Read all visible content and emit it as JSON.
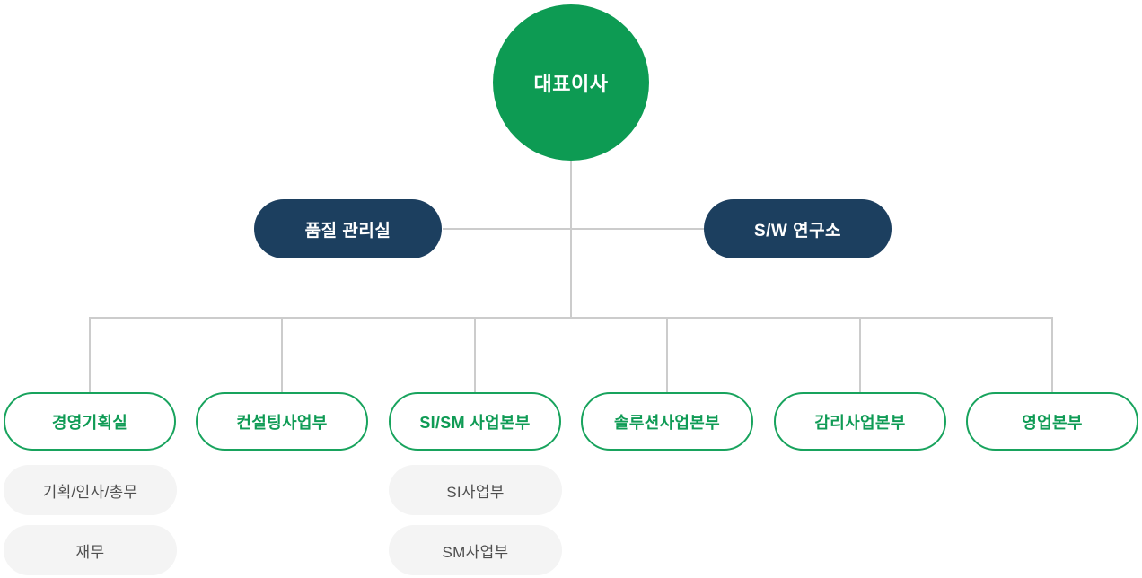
{
  "org_chart": {
    "root": "대표이사",
    "staff_left": "품질 관리실",
    "staff_right": "S/W 연구소",
    "divisions": [
      {
        "label": "경영기획실"
      },
      {
        "label": "컨설팅사업부"
      },
      {
        "label": "SI/SM 사업본부"
      },
      {
        "label": "솔루션사업본부"
      },
      {
        "label": "감리사업본부"
      },
      {
        "label": "영업본부"
      }
    ],
    "sub_departments": {
      "management_planning": [
        "기획/인사/총무",
        "재무"
      ],
      "si_sm": [
        "SI사업부",
        "SM사업부"
      ]
    }
  },
  "colors": {
    "root_green": "#0d9b53",
    "division_border_green": "#18a35d",
    "division_text_green": "#0f9b55",
    "staff_navy": "#1c3f5f",
    "connector_gray": "#cccccc",
    "sub_pill_bg": "#f4f4f4",
    "sub_pill_text": "#4f4f4f"
  }
}
